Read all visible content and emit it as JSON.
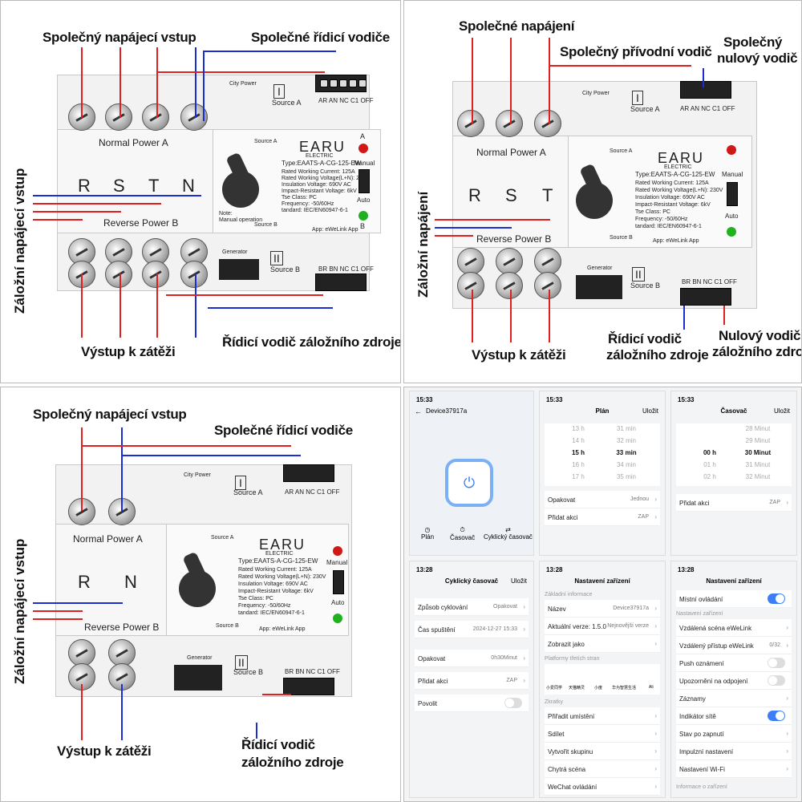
{
  "panel1": {
    "top_label": "Společný napájecí vstup",
    "top_right_label": "Společné řídicí vodiče",
    "left_label": "Záložní napájecí vstup",
    "bottom_left_label": "Výstup k zátěži",
    "bottom_right_label": "Řídicí vodič záložního zdroje",
    "phases": [
      "R",
      "S",
      "T",
      "N"
    ]
  },
  "panel2": {
    "top_label": "Společné napájení",
    "top_mid_label": "Společný přívodní vodič",
    "top_right_label_1": "Společný",
    "top_right_label_2": "nulový vodič",
    "left_label": "Záložní napájení",
    "bottom_left_label": "Výstup k zátěži",
    "bottom_mid_label_1": "Řídicí vodič",
    "bottom_mid_label_2": "záložního zdroje",
    "bottom_right_label_1": "Nulový vodič",
    "bottom_right_label_2": "záložního zdroje",
    "phases": [
      "R",
      "S",
      "T"
    ]
  },
  "panel3": {
    "top_label": "Společný napájecí vstup",
    "top_right_label": "Společné řídicí vodiče",
    "left_label": "Záložní napájecí vstup",
    "bottom_left_label": "Výstup k zátěži",
    "bottom_right_label_1": "Řídicí vodič",
    "bottom_right_label_2": "záložního zdroje",
    "phases": [
      "R",
      "N"
    ]
  },
  "device": {
    "city_power": "City Power",
    "source_a_roman": "I",
    "source_a": "Source A",
    "source_b_roman": "II",
    "source_b": "Source B",
    "generator": "Generator",
    "normal_power": "Normal Power A",
    "reverse_power": "Reverse Power B",
    "term_top": "AR AN NC C1 OFF",
    "term_bottom": "BR BN NC C1 OFF",
    "brand": "EARU",
    "brand_sub": "ELECTRIC",
    "type_4p": "Type:EAATS-A-CG-125-EW",
    "spec_keys": [
      "Rated Working Current:",
      "Rated Working Voltage(L+N):",
      "Insulation Voltage:",
      "Impact-Resistant Voltage:",
      "Tse Class:",
      "Frequency:",
      "tandard:"
    ],
    "spec_vals": [
      "125A",
      "230V",
      "690V AC",
      "6kV",
      "PC",
      "-50/60Hz",
      "IEC/EN60947-6-1"
    ],
    "note": "Note:",
    "note_text": "Manual operation",
    "app": "App: eWeLink App",
    "led_a": "A",
    "led_b": "B",
    "manual": "Manual",
    "auto": "Auto"
  },
  "phones": {
    "p1": {
      "time": "15:33",
      "title": "Device37917a",
      "icons": [
        "Plán",
        "Časovač",
        "Cyklický časovač"
      ]
    },
    "p2": {
      "time": "15:33",
      "title": "Plán",
      "save": "Uložit",
      "hours": [
        "13 h",
        "14 h",
        "15 h",
        "16 h",
        "17 h"
      ],
      "mins": [
        "31 min",
        "32 min",
        "33 min",
        "34 min",
        "35 min"
      ],
      "rows": [
        {
          "k": "Opakovat",
          "v": "Jednou"
        },
        {
          "k": "Přidat akci",
          "v": "ZAP"
        }
      ]
    },
    "p3": {
      "time": "15:33",
      "title": "Časovač",
      "save": "Uložit",
      "hours": [
        "",
        "",
        "00 h",
        "01 h",
        "02 h"
      ],
      "mins": [
        "28 Minut",
        "29 Minut",
        "30 Minut",
        "31 Minut",
        "32 Minut"
      ],
      "rows": [
        {
          "k": "Přidat akci",
          "v": "ZAP"
        }
      ]
    },
    "p4": {
      "time": "13:28",
      "title": "Cyklický časovač",
      "save": "Uložit",
      "rows": [
        {
          "k": "Způsob cyklování",
          "v": "Opakovat"
        },
        {
          "k": "Čas spuštění",
          "v": "2024-12-27 15:33"
        },
        {
          "k": "Opakovat",
          "v": "0h30Minut"
        },
        {
          "k": "Přidat akci",
          "v": "ZAP"
        },
        {
          "k": "Povolit",
          "v": ""
        }
      ]
    },
    "p5": {
      "time": "13:28",
      "title": "Nastavení zařízení",
      "sec1": "Základní informace",
      "rows1": [
        {
          "k": "Název",
          "v": "Device37917a"
        },
        {
          "k": "Aktuální verze: 1.5.0",
          "v": "Nejnovější verze"
        },
        {
          "k": "Zobrazit jako",
          "v": ""
        }
      ],
      "sec2": "Platformy třetích stran",
      "platforms": [
        "小爱同学",
        "天猫精灵",
        "小度",
        "华为智慧生活",
        "Ali"
      ],
      "sec3": "Zkratky",
      "rows2": [
        "Přiřadit umístění",
        "Sdílet",
        "Vytvořit skupinu",
        "Chytrá scéna",
        "WeChat ovládání"
      ]
    },
    "p6": {
      "time": "13:28",
      "title": "Nastavení zařízení",
      "rows1": [
        {
          "k": "Místní ovládání",
          "t": true
        }
      ],
      "sec": "Nastavení zařízení",
      "rows2": [
        {
          "k": "Vzdálená scéna eWeLink",
          "v": ""
        },
        {
          "k": "Vzdálený přístup eWeLink",
          "v": "0/32"
        },
        {
          "k": "Push oznámení",
          "t": false
        },
        {
          "k": "Upozornění na odpojení",
          "t": false
        },
        {
          "k": "Záznamy",
          "v": ""
        },
        {
          "k": "Indikátor sítě",
          "t": true
        },
        {
          "k": "Stav po zapnutí",
          "v": ""
        },
        {
          "k": "Impulzní nastavení",
          "v": ""
        },
        {
          "k": "Nastavení Wi-Fi",
          "v": ""
        }
      ],
      "sec_end": "Informace o zařízení"
    }
  },
  "colors": {
    "red": "#e02020",
    "blue": "#1a2ed1",
    "accent": "#3b7ef7"
  }
}
